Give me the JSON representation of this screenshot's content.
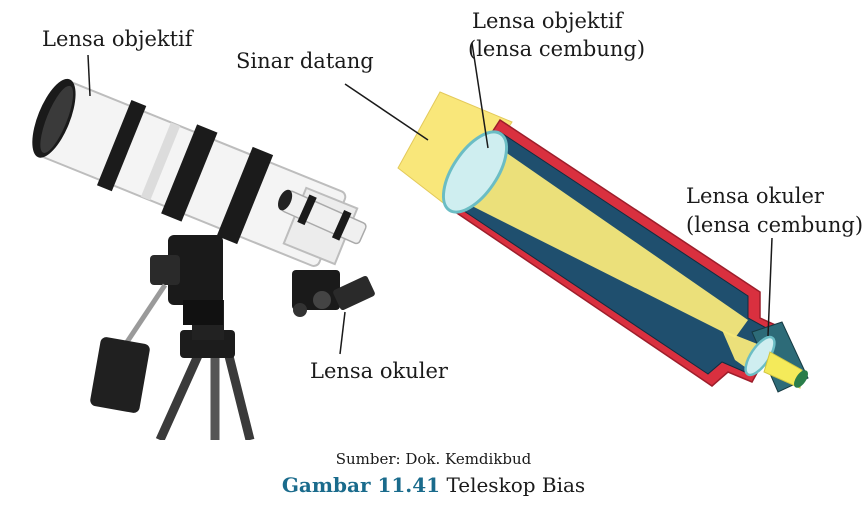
{
  "labels": {
    "left_objective": "Lensa objektif",
    "incoming_rays": "Sinar datang",
    "left_eyepiece": "Lensa okuler",
    "right_objective_line1": "Lensa objektif",
    "right_objective_line2": "(lensa cembung)",
    "right_eyepiece_line1": "Lensa okuler",
    "right_eyepiece_line2": "(lensa cembung)"
  },
  "caption": {
    "source": "Sumber: Dok. Kemdikbud",
    "figure_number": "Gambar 11.41",
    "figure_title": "Teleskop Bias"
  },
  "colors": {
    "caption_accent": "#1a6b8c",
    "tube_outer": "#d9303f",
    "tube_inner": "#1f4f6e",
    "light": "#f7e87a",
    "lens": "#cfeef0"
  }
}
